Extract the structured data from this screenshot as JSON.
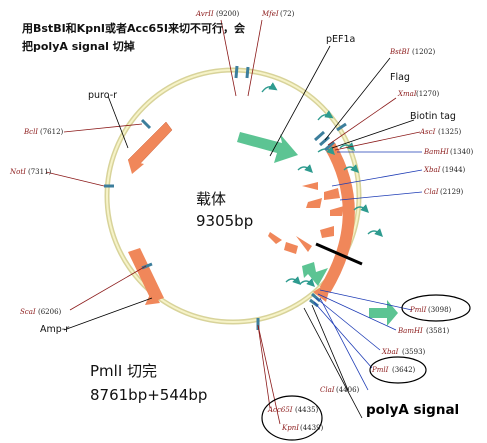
{
  "annotation": {
    "line1": "用BstBI和KpnI或者Acc65I来切不可行，会",
    "line2": "把polyA signal 切掉"
  },
  "vector": {
    "name": "载体",
    "size": "9305bp"
  },
  "digest": {
    "title": "PmlI 切完",
    "result": "8761bp+544bp"
  },
  "features": {
    "pef1a": "pEF1a",
    "puro": "puro-r",
    "flag": "Flag",
    "biotin": "Biotin tag",
    "ampr": "Amp-r",
    "polya": "polyA signal"
  },
  "sites": [
    {
      "id": "avrii",
      "enzyme": "AvrII",
      "pos": "(9200)"
    },
    {
      "id": "mfei",
      "enzyme": "MfeI",
      "pos": "(72)"
    },
    {
      "id": "bstbi",
      "enzyme": "BstBI",
      "pos": "(1202)"
    },
    {
      "id": "xmai",
      "enzyme": "XmaI",
      "pos": "(1270)"
    },
    {
      "id": "asci",
      "enzyme": "AscI",
      "pos": "(1325)"
    },
    {
      "id": "bamhi1",
      "enzyme": "BamHI",
      "pos": "(1340)"
    },
    {
      "id": "xbai1",
      "enzyme": "XbaI",
      "pos": "(1944)"
    },
    {
      "id": "clai1",
      "enzyme": "ClaI",
      "pos": "(2129)"
    },
    {
      "id": "pmli1",
      "enzyme": "PmlI",
      "pos": "(3098)"
    },
    {
      "id": "bamhi2",
      "enzyme": "BamHI",
      "pos": "(3581)"
    },
    {
      "id": "xbai2",
      "enzyme": "XbaI",
      "pos": "(3593)"
    },
    {
      "id": "pmli2",
      "enzyme": "PmlI",
      "pos": "(3642)"
    },
    {
      "id": "clai2",
      "enzyme": "ClaI",
      "pos": "(4406)"
    },
    {
      "id": "acc65i",
      "enzyme": "Acc65I",
      "pos": "(4435)"
    },
    {
      "id": "kpni",
      "enzyme": "KpnI",
      "pos": "(4439)"
    },
    {
      "id": "scai",
      "enzyme": "ScaI",
      "pos": "(6206)"
    },
    {
      "id": "noti",
      "enzyme": "NotI",
      "pos": "(7311)"
    },
    {
      "id": "bcli",
      "enzyme": "BclI",
      "pos": "(7612)"
    }
  ],
  "colors": {
    "backbone": "#ece9a8",
    "orange": "#f0875a",
    "green": "#5cc493",
    "site_bar": "#3c7e9c",
    "label_red": "#8b1a1a",
    "leader_blue": "#1d3bb5"
  }
}
